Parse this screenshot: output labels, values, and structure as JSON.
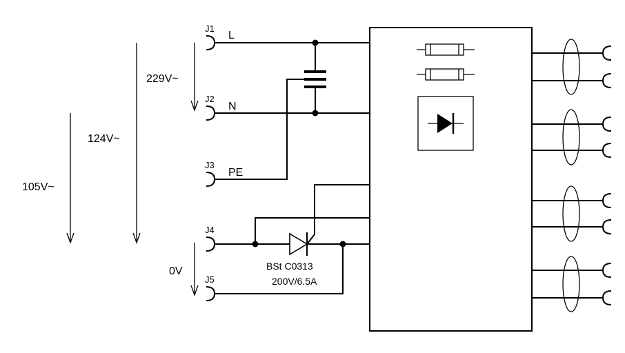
{
  "voltages": {
    "v229": "229V~",
    "v124": "124V~",
    "v105": "105V~",
    "v0": "0V"
  },
  "terminals": {
    "j1": {
      "ref": "J1",
      "signal": "L"
    },
    "j2": {
      "ref": "J2",
      "signal": "N"
    },
    "j3": {
      "ref": "J3",
      "signal": "PE"
    },
    "j4": {
      "ref": "J4"
    },
    "j5": {
      "ref": "J5"
    }
  },
  "thyristor": {
    "part": "BSt C0313",
    "rating": "200V/6.5A"
  }
}
